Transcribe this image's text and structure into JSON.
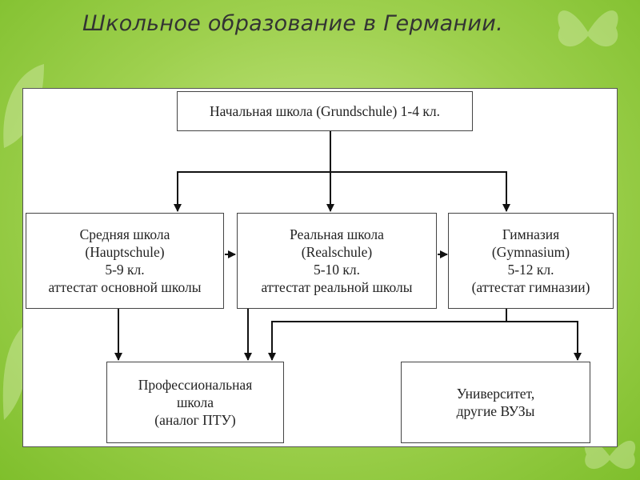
{
  "slide": {
    "title": "Школьное образование в Германии."
  },
  "diagram": {
    "nodes": {
      "grundschule": {
        "lines": [
          "Начальная школа (Grundschule) 1-4 кл."
        ]
      },
      "hauptschule": {
        "lines": [
          "Средняя школа",
          "(Hauptschule)",
          "5-9 кл.",
          "аттестат основной школы"
        ]
      },
      "realschule": {
        "lines": [
          "Реальная школа",
          "(Realschule)",
          "5-10 кл.",
          "аттестат  реальной школы"
        ]
      },
      "gymnasium": {
        "lines": [
          "Гимназия",
          "(Gymnasium)",
          "5-12 кл.",
          "(аттестат гимназии)"
        ]
      },
      "berufsschule": {
        "lines": [
          "Профессиональная",
          "школа",
          "(аналог ПТУ)"
        ]
      },
      "universitaet": {
        "lines": [
          "Университет,",
          "другие ВУЗы"
        ]
      }
    },
    "edges": [
      {
        "from": "grundschule",
        "to": "hauptschule"
      },
      {
        "from": "grundschule",
        "to": "realschule"
      },
      {
        "from": "grundschule",
        "to": "gymnasium"
      },
      {
        "from": "hauptschule",
        "to": "realschule"
      },
      {
        "from": "realschule",
        "to": "gymnasium"
      },
      {
        "from": "hauptschule",
        "to": "berufsschule"
      },
      {
        "from": "realschule",
        "to": "berufsschule"
      },
      {
        "from": "gymnasium",
        "to": "berufsschule"
      },
      {
        "from": "gymnasium",
        "to": "universitaet"
      }
    ]
  }
}
